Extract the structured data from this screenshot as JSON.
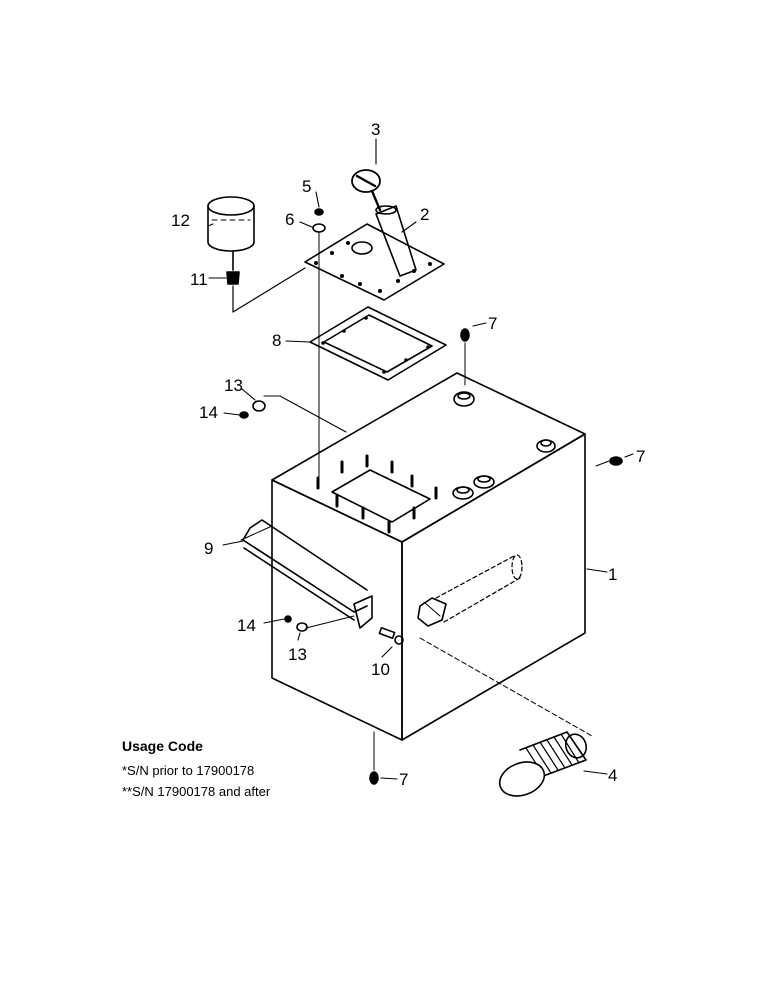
{
  "callouts": {
    "c1": "1",
    "c2": "2",
    "c3": "3",
    "c4": "4",
    "c5": "5",
    "c6": "6",
    "c7a": "7",
    "c7b": "7",
    "c7c": "7",
    "c8": "8",
    "c9": "9",
    "c10": "10",
    "c11": "11",
    "c12": "12",
    "c13a": "13",
    "c13b": "13",
    "c14a": "14",
    "c14b": "14"
  },
  "usage": {
    "title": "Usage Code",
    "lines": [
      "*S/N prior to 17900178",
      "**S/N 17900178 and after"
    ]
  },
  "colors": {
    "ink": "#000000",
    "paper": "#ffffff"
  }
}
